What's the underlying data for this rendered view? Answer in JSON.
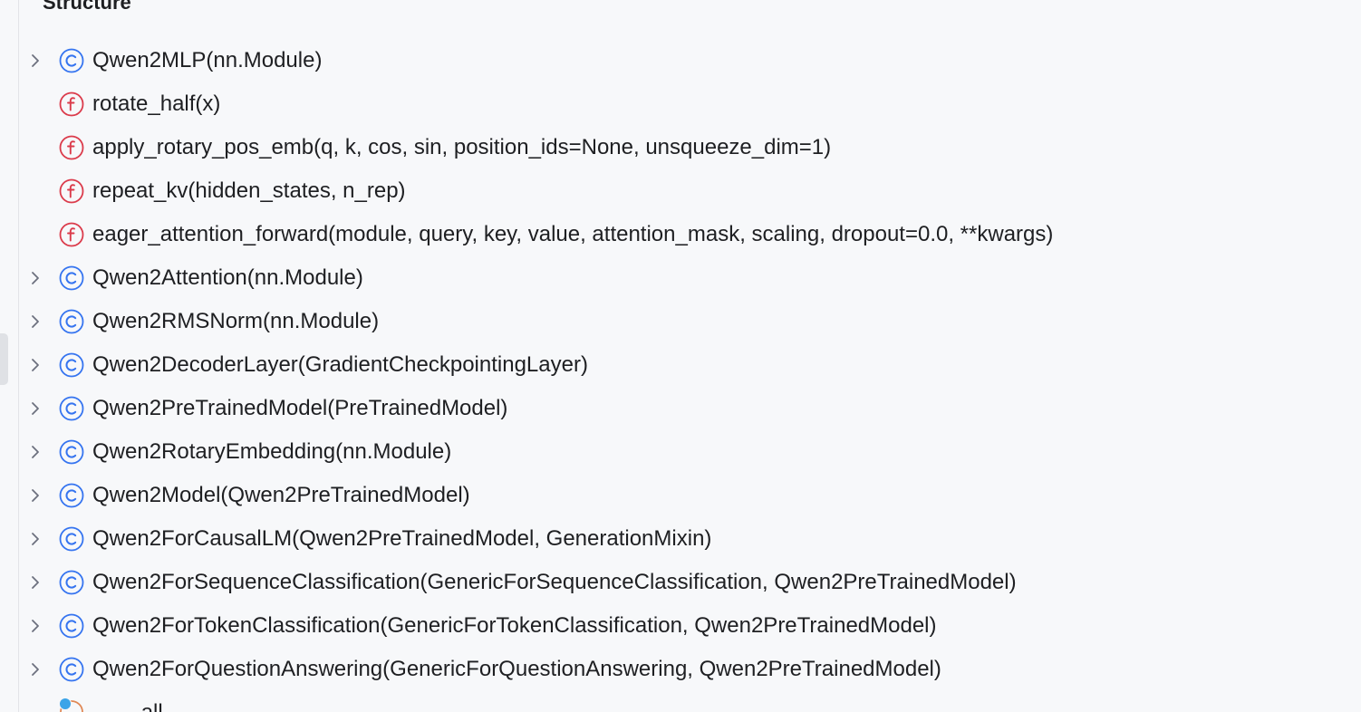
{
  "panel": {
    "title": "Structure"
  },
  "colors": {
    "class_icon": "#3574f0",
    "function_icon": "#db3b4b",
    "variable_icon": "#e08855",
    "marker_dot": "#3ba4e8"
  },
  "items": [
    {
      "kind": "class",
      "icon": "class-icon",
      "expandable": true,
      "label": "Qwen2MLP(nn.Module)"
    },
    {
      "kind": "function",
      "icon": "function-icon",
      "expandable": false,
      "label": "rotate_half(x)"
    },
    {
      "kind": "function",
      "icon": "function-icon",
      "expandable": false,
      "label": "apply_rotary_pos_emb(q, k, cos, sin, position_ids=None, unsqueeze_dim=1)"
    },
    {
      "kind": "function",
      "icon": "function-icon",
      "expandable": false,
      "label": "repeat_kv(hidden_states, n_rep)"
    },
    {
      "kind": "function",
      "icon": "function-icon",
      "expandable": false,
      "label": "eager_attention_forward(module, query, key, value, attention_mask, scaling, dropout=0.0, **kwargs)"
    },
    {
      "kind": "class",
      "icon": "class-icon",
      "expandable": true,
      "label": "Qwen2Attention(nn.Module)"
    },
    {
      "kind": "class",
      "icon": "class-icon",
      "expandable": true,
      "label": "Qwen2RMSNorm(nn.Module)"
    },
    {
      "kind": "class",
      "icon": "class-icon",
      "expandable": true,
      "label": "Qwen2DecoderLayer(GradientCheckpointingLayer)"
    },
    {
      "kind": "class",
      "icon": "class-icon",
      "expandable": true,
      "label": "Qwen2PreTrainedModel(PreTrainedModel)"
    },
    {
      "kind": "class",
      "icon": "class-icon",
      "expandable": true,
      "label": "Qwen2RotaryEmbedding(nn.Module)"
    },
    {
      "kind": "class",
      "icon": "class-icon",
      "expandable": true,
      "label": "Qwen2Model(Qwen2PreTrainedModel)"
    },
    {
      "kind": "class",
      "icon": "class-icon",
      "expandable": true,
      "label": "Qwen2ForCausalLM(Qwen2PreTrainedModel, GenerationMixin)"
    },
    {
      "kind": "class",
      "icon": "class-icon",
      "expandable": true,
      "label": "Qwen2ForSequenceClassification(GenericForSequenceClassification, Qwen2PreTrainedModel)"
    },
    {
      "kind": "class",
      "icon": "class-icon",
      "expandable": true,
      "label": "Qwen2ForTokenClassification(GenericForTokenClassification, Qwen2PreTrainedModel)"
    },
    {
      "kind": "class",
      "icon": "class-icon",
      "expandable": true,
      "label": "Qwen2ForQuestionAnswering(GenericForQuestionAnswering, Qwen2PreTrainedModel)"
    }
  ],
  "partial_item": {
    "icon": "variable-icon",
    "label": "__all__"
  }
}
